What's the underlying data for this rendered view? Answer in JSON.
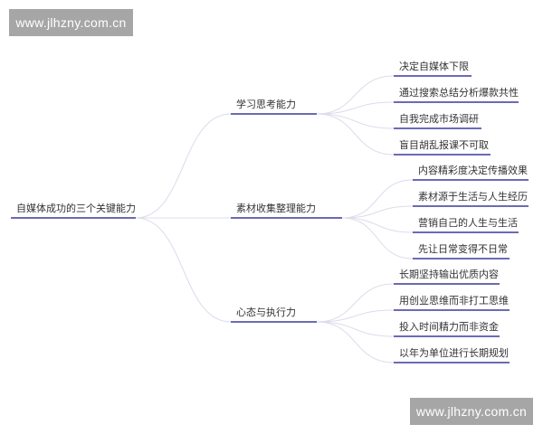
{
  "watermarks": {
    "top": "www.jlhzny.com.cn",
    "bottom": "www.jlhzny.com.cn"
  },
  "colors": {
    "underline": "#6b6bb5",
    "connector": "#dcdcec",
    "watermark_bg": "#a6a6a6",
    "text": "#333333"
  },
  "mindmap": {
    "root": "自媒体成功的三个关键能力",
    "branches": [
      {
        "label": "学习思考能力",
        "children": [
          "决定自媒体下限",
          "通过搜索总结分析爆款共性",
          "自我完成市场调研",
          "盲目胡乱报课不可取"
        ]
      },
      {
        "label": "素材收集整理能力",
        "children": [
          "内容精彩度决定传播效果",
          "素材源于生活与人生经历",
          "营销自己的人生与生活",
          "先让日常变得不日常"
        ]
      },
      {
        "label": "心态与执行力",
        "children": [
          "长期坚持输出优质内容",
          "用创业思维而非打工思维",
          "投入时间精力而非资金",
          "以年为单位进行长期规划"
        ]
      }
    ]
  }
}
